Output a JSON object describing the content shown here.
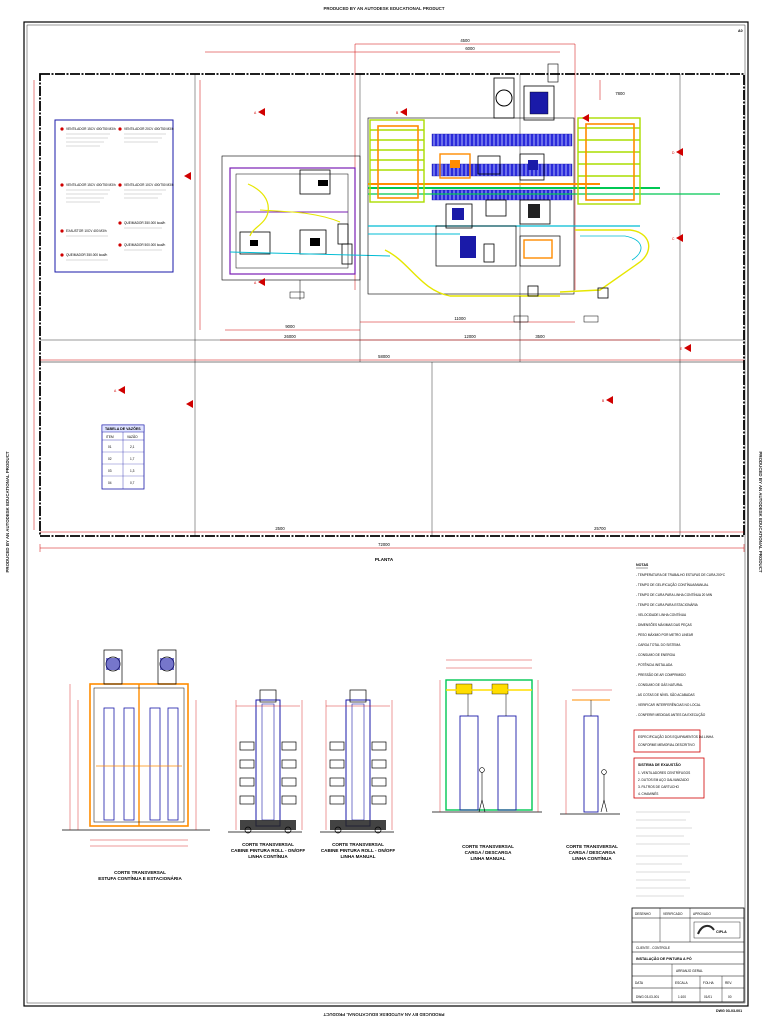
{
  "watermark": {
    "top": "PRODUCED BY AN AUTODESK EDUCATIONAL PRODUCT",
    "bottom": "PRODUCED BY AN AUTODESK EDUCATIONAL PRODUCT",
    "left": "PRODUCED BY AN AUTODESK EDUCATIONAL PRODUCT",
    "right": "PRODUCED BY AN AUTODESK EDUCATIONAL PRODUCT"
  },
  "plan": {
    "title": "PLANTA",
    "total_dim": "72000",
    "dims": [
      "58000",
      "26000",
      "12000",
      "11000",
      "9000",
      "6000",
      "4500",
      "3500",
      "2500",
      "25700",
      "7800"
    ],
    "section_marks": [
      "A",
      "B",
      "C",
      "D",
      "E"
    ]
  },
  "legend_box": {
    "items": [
      "VENTILADOR 15CV 400/750 M3/h",
      "VENTILADOR 15CV 400/750 M3/h",
      "VENTILADOR 20CV 400/750 M3/h",
      "VENTILADOR 10CV 400/750 M3/h",
      "EXAUSTOR 10CV 400 M3/h",
      "QUEIMADOR 350.000 kcal/h",
      "QUEIMADOR 500.000 kcal/h",
      "QUEIMADOR 350.000 kcal/h"
    ]
  },
  "small_table": {
    "title": "TABELA DE VAZÕES",
    "headers": [
      "ITEM",
      "VAZÃO"
    ],
    "rows": [
      [
        "01",
        "2,1"
      ],
      [
        "02",
        "1,7"
      ],
      [
        "03",
        "1,3"
      ],
      [
        "04",
        "0,7"
      ]
    ]
  },
  "sections": [
    {
      "line1": "CORTE TRANSVERSAL",
      "line2": "ESTUFA CONTÍNUA E ESTACIONÁRIA"
    },
    {
      "line1": "CORTE TRANSVERSAL",
      "line2": "CABINE PINTURA ROLL - ON/OFF",
      "line3": "LINHA CONTÍNUA"
    },
    {
      "line1": "CORTE TRANSVERSAL",
      "line2": "CABINE PINTURA ROLL - ON/OFF",
      "line3": "LINHA MANUAL"
    },
    {
      "line1": "CORTE TRANSVERSAL",
      "line2": "CARGA / DESCARGA",
      "line3": "LINHA MANUAL"
    },
    {
      "line1": "CORTE TRANSVERSAL",
      "line2": "CARGA / DESCARGA",
      "line3": "LINHA CONTÍNUA"
    }
  ],
  "notes": {
    "title": "NOTAS",
    "items": [
      "- TEMPERATURA DE TRABALHO ESTUFAS DE CURA 200ºC",
      "- TEMPO DE GELIFICAÇÃO CONTÍNUA/MANUAL",
      "- TEMPO DE CURA PARA LINHA CONTÍNUA 20 MIN",
      "- TEMPO DE CURA PARA ESTACIONÁRIA",
      "- VELOCIDADE LINHA CONTÍNUA",
      "- DIMENSÕES MÁXIMAS DAS PEÇAS",
      "- PESO MÁXIMO POR METRO LINEAR",
      "- CARGA TOTAL DO SISTEMA",
      "- CONSUMO DE ENERGIA",
      "- POTÊNCIA INSTALADA",
      "- PRESSÃO DE AR COMPRIMIDO",
      "- CONSUMO DE GÁS NATURAL",
      "- AS COTAS DE NÍVEL SÃO ACABADAS",
      "- VERIFICAR INTERFERÊNCIAS NO LOCAL",
      "- CONFERIR MEDIDAS ANTES DA EXECUÇÃO"
    ]
  },
  "red_boxes": {
    "box1": [
      "ESPECIFICAÇÃO DOS EQUIPAMENTOS DA LINHA",
      "CONFORME MEMORIAL DESCRITIVO"
    ],
    "box2": [
      "SISTEMA DE EXAUSTÃO",
      "1. VENTILADORES CENTRÍFUGOS",
      "2. DUTOS EM AÇO GALVANIZADO",
      "3. FILTROS DE CARTUCHO",
      "4. CHAMINÉS"
    ]
  },
  "title_block": {
    "logo": "CIPLA",
    "client": "CLIENTE - CONTROLE",
    "title": "INSTALAÇÃO DE PINTURA A PÓ",
    "subtitle": "ARRANJO GERAL",
    "drawing_no": "DWG 03-03-001",
    "scale": "1:100",
    "sheet": "01/01",
    "revision": "00",
    "fields": [
      "DESENHO",
      "VERIFICADO",
      "APROVADO",
      "DATA",
      "ESCALA",
      "FOLHA",
      "REV."
    ]
  },
  "footer_code": "DWG 03-03-001"
}
